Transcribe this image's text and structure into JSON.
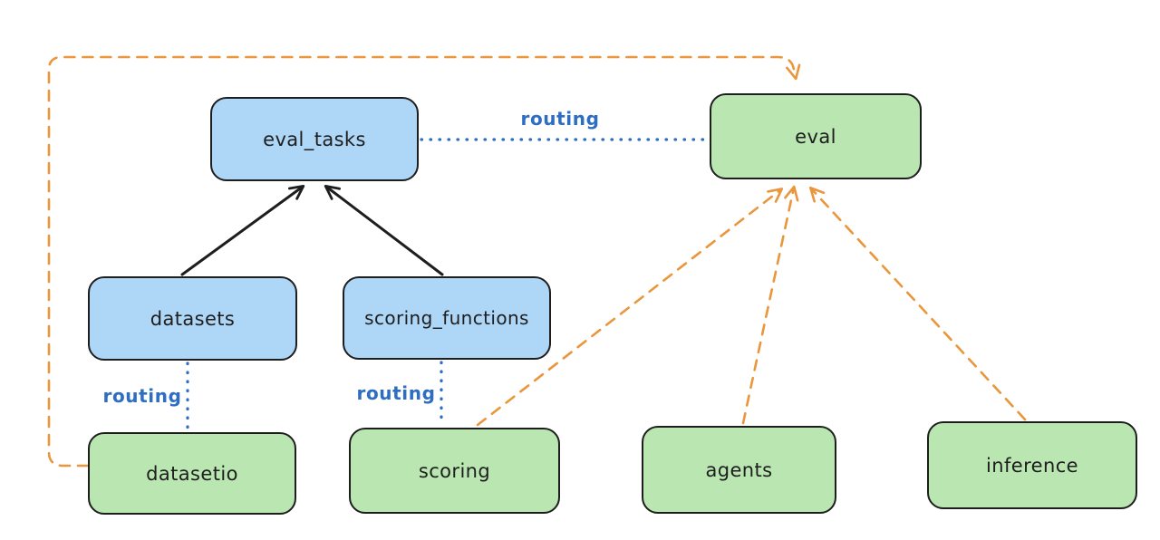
{
  "diagram": {
    "background": "#ffffff",
    "colors": {
      "node_blue_fill": "#aed6f7",
      "node_green_fill": "#b9e6b1",
      "node_stroke": "#1e1e1e",
      "routing_blue": "#2d6ec3",
      "orange_dashed": "#e9963c",
      "solid_arrow_black": "#1e1e1e"
    },
    "nodes": [
      {
        "id": "eval_tasks",
        "label": "eval_tasks",
        "color": "blue"
      },
      {
        "id": "eval",
        "label": "eval",
        "color": "green"
      },
      {
        "id": "datasets",
        "label": "datasets",
        "color": "blue"
      },
      {
        "id": "scoring_functions",
        "label": "scoring_functions",
        "color": "blue"
      },
      {
        "id": "datasetio",
        "label": "datasetio",
        "color": "green"
      },
      {
        "id": "scoring",
        "label": "scoring",
        "color": "green"
      },
      {
        "id": "agents",
        "label": "agents",
        "color": "green"
      },
      {
        "id": "inference",
        "label": "inference",
        "color": "green"
      }
    ],
    "edges": [
      {
        "from": "datasets",
        "to": "eval_tasks",
        "style": "solid",
        "color": "black",
        "arrow": true,
        "label": ""
      },
      {
        "from": "scoring_functions",
        "to": "eval_tasks",
        "style": "solid",
        "color": "black",
        "arrow": true,
        "label": ""
      },
      {
        "from": "eval_tasks",
        "to": "eval",
        "style": "dotted",
        "color": "blue",
        "arrow": false,
        "label": "routing"
      },
      {
        "from": "datasets",
        "to": "datasetio",
        "style": "dotted",
        "color": "blue",
        "arrow": false,
        "label": "routing"
      },
      {
        "from": "scoring_functions",
        "to": "scoring",
        "style": "dotted",
        "color": "blue",
        "arrow": false,
        "label": "routing"
      },
      {
        "from": "datasetio",
        "to": "eval",
        "style": "dashed",
        "color": "orange",
        "arrow": true,
        "label": ""
      },
      {
        "from": "scoring",
        "to": "eval",
        "style": "dashed",
        "color": "orange",
        "arrow": true,
        "label": ""
      },
      {
        "from": "agents",
        "to": "eval",
        "style": "dashed",
        "color": "orange",
        "arrow": true,
        "label": ""
      },
      {
        "from": "inference",
        "to": "eval",
        "style": "dashed",
        "color": "orange",
        "arrow": true,
        "label": ""
      }
    ],
    "edge_labels": {
      "eval_tasks_eval": "routing",
      "datasets_datasetio": "routing",
      "scoring_functions_scoring": "routing"
    }
  }
}
